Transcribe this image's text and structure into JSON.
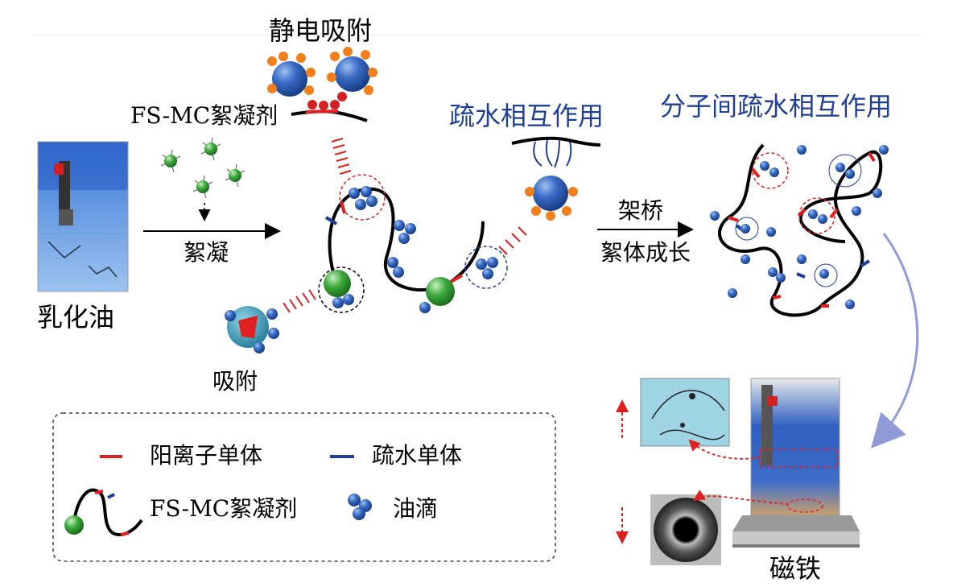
{
  "labels": {
    "electrostatic": "静电吸附",
    "flocculant": "FS-MC絮凝剂",
    "emulsion": "乳化油",
    "flocculation": "絮凝",
    "adsorption": "吸附",
    "hydrophobic": "疏水相互作用",
    "intermolecular": "分子间疏水相互作用",
    "bridging": "架桥",
    "floc_growth": "絮体成长",
    "magnet": "磁铁"
  },
  "legend": {
    "cationic": "阳离子单体",
    "hydrophobic_monomer": "疏水单体",
    "flocculant": "FS-MC絮凝剂",
    "oil_drop": "油滴"
  },
  "colors": {
    "accent_blue": "#1f3f96",
    "red": "#e02020",
    "oil_blue": "#2c5fb8",
    "particle_green": "#3aa83a",
    "cation_orange": "#f07f1c"
  },
  "icons": [
    "beaker-icon",
    "magnet-icon",
    "arrow-icon",
    "oil-drop-icon",
    "particle-icon"
  ]
}
